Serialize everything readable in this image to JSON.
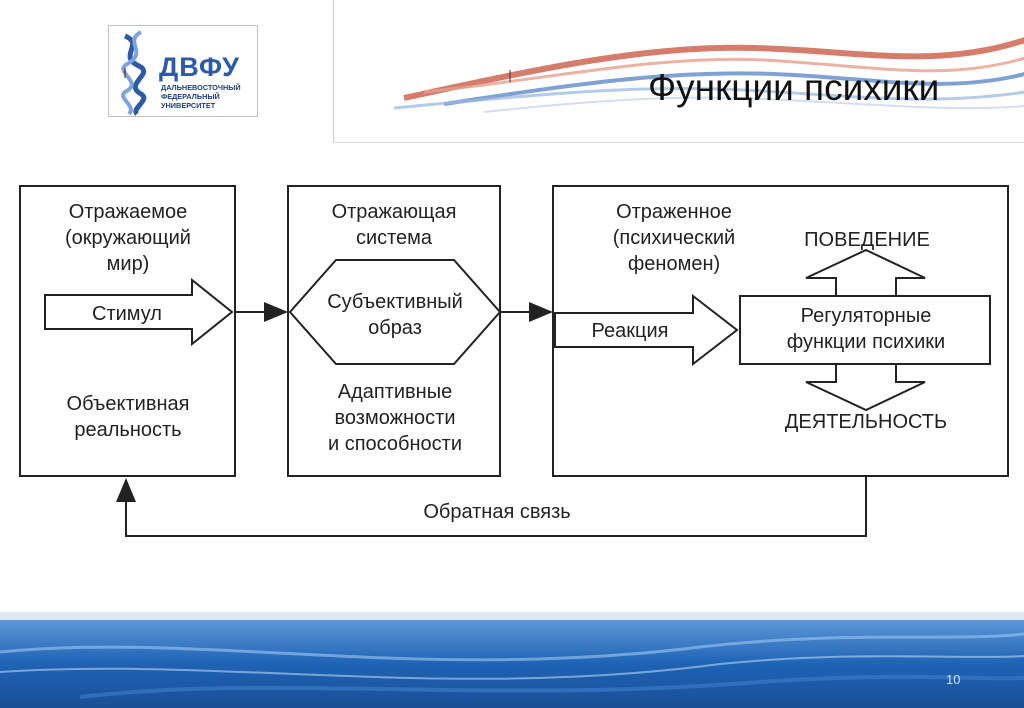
{
  "header": {
    "title": "Функции психики",
    "logo": {
      "abbr": "ДВФУ",
      "line1": "ДАЛЬНЕВОСТОЧНЫЙ",
      "line2": "ФЕДЕРАЛЬНЫЙ",
      "line3": "УНИВЕРСИТЕТ"
    }
  },
  "diagram": {
    "box1": {
      "heading": [
        "Отражаемое",
        "(окружающий",
        "мир)"
      ],
      "arrow_label": "Стимул",
      "footer": [
        "Объективная",
        "реальность"
      ]
    },
    "box2": {
      "heading": [
        "Отражающая",
        "система"
      ],
      "hexagon": [
        "Субъективный",
        "образ"
      ],
      "footer": [
        "Адаптивные",
        "возможности",
        "и способности"
      ]
    },
    "box3": {
      "heading": [
        "Отраженное",
        "(психический",
        "феномен)"
      ],
      "arrow_label": "Реакция",
      "top_label": "ПОВЕДЕНИЕ",
      "center": [
        "Регуляторные",
        "функции психики"
      ],
      "bottom_label": "ДЕЯТЕЛЬНОСТЬ"
    },
    "feedback_label": "Обратная связь"
  },
  "footer": {
    "page_number": "10"
  },
  "colors": {
    "accent_blue": "#2d5aa6",
    "footer_blue": "#1f63b5",
    "ribbon_red": "#c8503a",
    "ribbon_blue": "#4a79c2"
  }
}
